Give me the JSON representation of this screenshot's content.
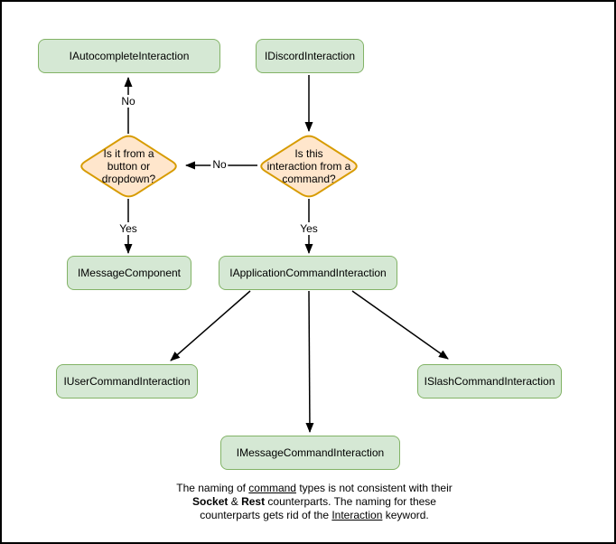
{
  "colors": {
    "box_fill": "#d5e8d4",
    "box_stroke": "#82b366",
    "diamond_fill": "#ffe6cc",
    "diamond_stroke": "#d79b00",
    "line": "#000000",
    "background": "#ffffff",
    "border": "#000000"
  },
  "nodes": {
    "autocomplete": {
      "label": "IAutocompleteInteraction"
    },
    "discord": {
      "label": "IDiscordInteraction"
    },
    "diamond_button": {
      "label": "Is it from a\nbutton or\ndropdown?"
    },
    "diamond_command": {
      "label": "Is this\ninteraction from a\ncommand?"
    },
    "message_component": {
      "label": "IMessageComponent"
    },
    "application_command": {
      "label": "IApplicationCommandInteraction"
    },
    "user_command": {
      "label": "IUserCommandInteraction"
    },
    "slash_command": {
      "label": "ISlashCommandInteraction"
    },
    "message_command": {
      "label": "IMessageCommandInteraction"
    }
  },
  "edge_labels": {
    "no_top": "No",
    "no_mid": "No",
    "yes_left": "Yes",
    "yes_right": "Yes"
  },
  "note": {
    "lines": [
      [
        {
          "text": "The naming of "
        },
        {
          "text": "command",
          "underline": true
        },
        {
          "text": " types is not consistent with their"
        }
      ],
      [
        {
          "text": "Socket",
          "bold": true
        },
        {
          "text": " & "
        },
        {
          "text": "Rest",
          "bold": true
        },
        {
          "text": " counterparts. The naming for these"
        }
      ],
      [
        {
          "text": "counterparts gets rid of the "
        },
        {
          "text": "Interaction",
          "underline": true
        },
        {
          "text": " keyword."
        }
      ]
    ]
  }
}
